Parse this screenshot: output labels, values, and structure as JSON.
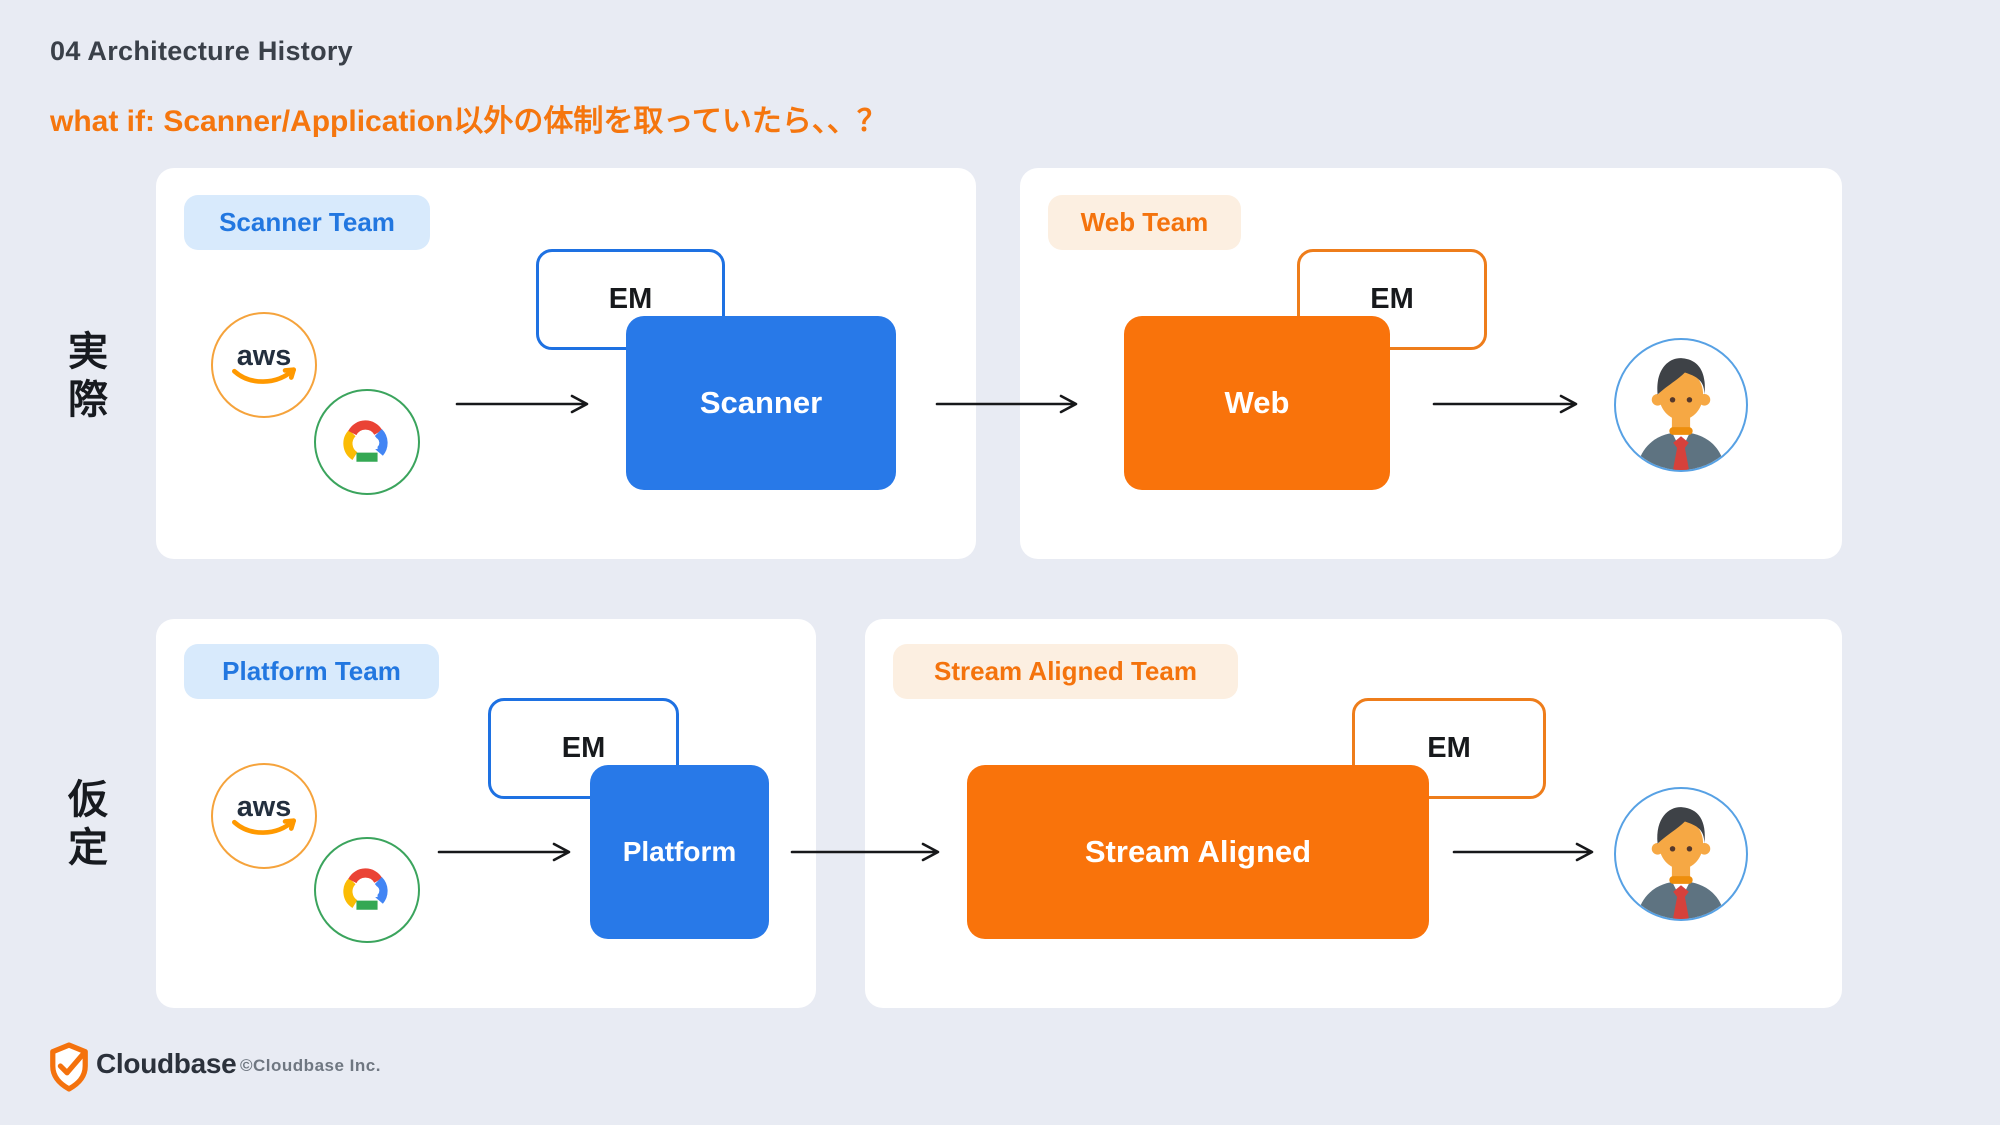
{
  "header": {
    "title": "04 Architecture History",
    "subtitle": "what if: Scanner/Application以外の体制を取っていたら、、？"
  },
  "rows": [
    {
      "side_label": "実際",
      "cards": [
        {
          "team": "Scanner Team",
          "em": "EM",
          "box": "Scanner",
          "cloud_icons": [
            "aws",
            "google-cloud"
          ]
        },
        {
          "team": "Web Team",
          "em": "EM",
          "box": "Web",
          "person": "team-member"
        }
      ]
    },
    {
      "side_label": "仮定",
      "cards": [
        {
          "team": "Platform Team",
          "em": "EM",
          "box": "Platform",
          "cloud_icons": [
            "aws",
            "google-cloud"
          ]
        },
        {
          "team": "Stream Aligned Team",
          "em": "EM",
          "box": "Stream Aligned",
          "person": "team-member"
        }
      ]
    }
  ],
  "icons": {
    "aws_label": "aws"
  },
  "footer": {
    "brand": "Cloudbase",
    "copyright": "©Cloudbase Inc."
  },
  "colors": {
    "background": "#E8EBF3",
    "card": "#FFFFFF",
    "blue_box": "#2879E8",
    "orange_box": "#F9730B",
    "blue_em_border": "#1E71E2",
    "orange_em_border": "#EE7D1B",
    "badge_blue_bg": "#D8EAFC",
    "badge_blue_text": "#2277E0",
    "badge_orange_bg": "#FCEFE1",
    "badge_orange_text": "#F4730D",
    "subtitle_orange": "#F5760E",
    "title_dark": "#3A4049",
    "aws_border": "#F5A33C",
    "gcp_border": "#3BA45D",
    "avatar_border": "#57A1E4",
    "arrow": "#17181A",
    "logo_orange": "#F4720D"
  }
}
